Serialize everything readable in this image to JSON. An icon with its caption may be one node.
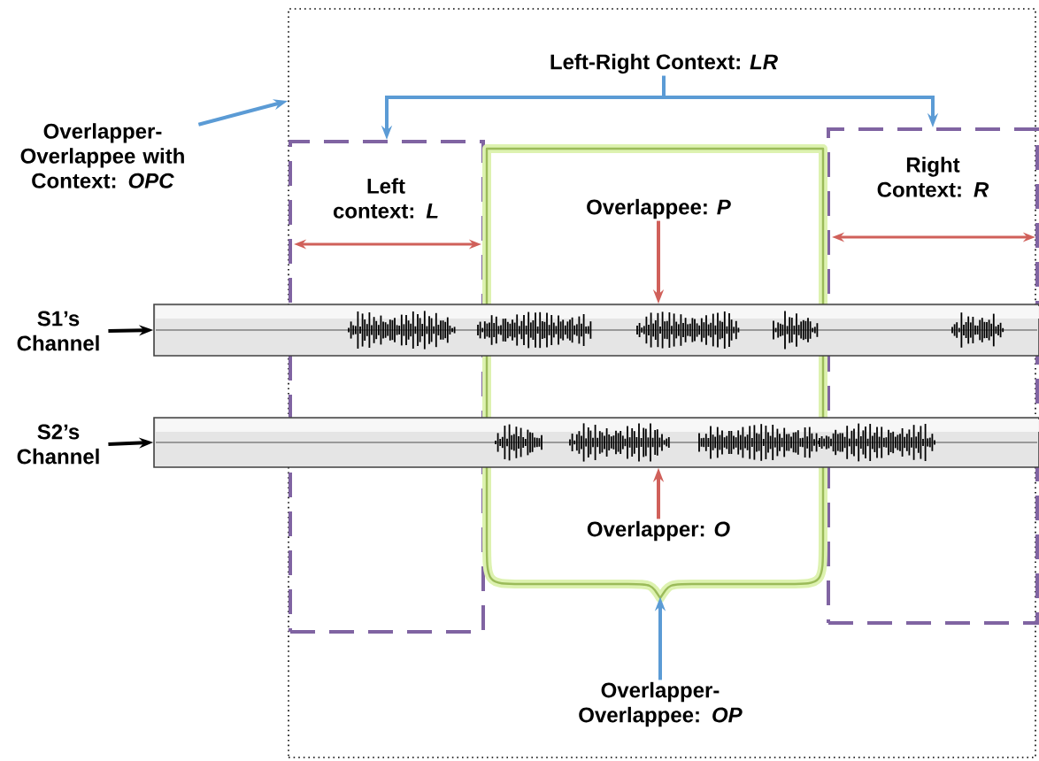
{
  "diagram": {
    "nodes": [
      {
        "text": [
          "Overlapper-Overlappee with Context: *OPC*"
        ]
      },
      {
        "text": [],
        "shape": "box"
      },
      {
        "text": [
          "Left-Right Context: *LR*"
        ],
        "in": 1
      },
      {
        "text": [
          "Left context: *L*"
        ],
        "in": 1
      },
      {
        "text": [
          "Right Context: *R*"
        ],
        "in": 1
      },
      {
        "text": [],
        "shape": "box",
        "in": 1
      },
      {
        "text": [
          "S1’s Channel"
        ]
      },
      {
        "text": [],
        "shape": "bar"
      },
      {
        "text": [
          "S2’s Channel"
        ]
      },
      {
        "text": [],
        "shape": "bar"
      },
      {
        "text": [
          "Overlappee: *P*"
        ],
        "in": 5
      },
      {
        "text": [
          "Overlapper: *O*"
        ],
        "in": 5
      },
      {
        "text": [
          "Overlapper-Overlappee: *OP*"
        ],
        "in": 1
      }
    ],
    "edges": [
      {
        "from": 0,
        "to": 1,
        "arrow": "to"
      },
      {
        "from": 2,
        "to": 3,
        "arrow": "to"
      },
      {
        "from": 2,
        "to": 4,
        "arrow": "to"
      },
      {
        "from": 6,
        "to": 7,
        "arrow": "to",
        "color": "#000000"
      },
      {
        "from": 8,
        "to": 9,
        "arrow": "to",
        "color": "#000000"
      },
      {
        "from": 10,
        "to": 7,
        "arrow": "to",
        "color": "#d0605a"
      },
      {
        "from": 11,
        "to": 9,
        "arrow": "to",
        "color": "#d0605a"
      },
      {
        "from": 12,
        "to": 5,
        "arrow": "to"
      }
    ]
  }
}
